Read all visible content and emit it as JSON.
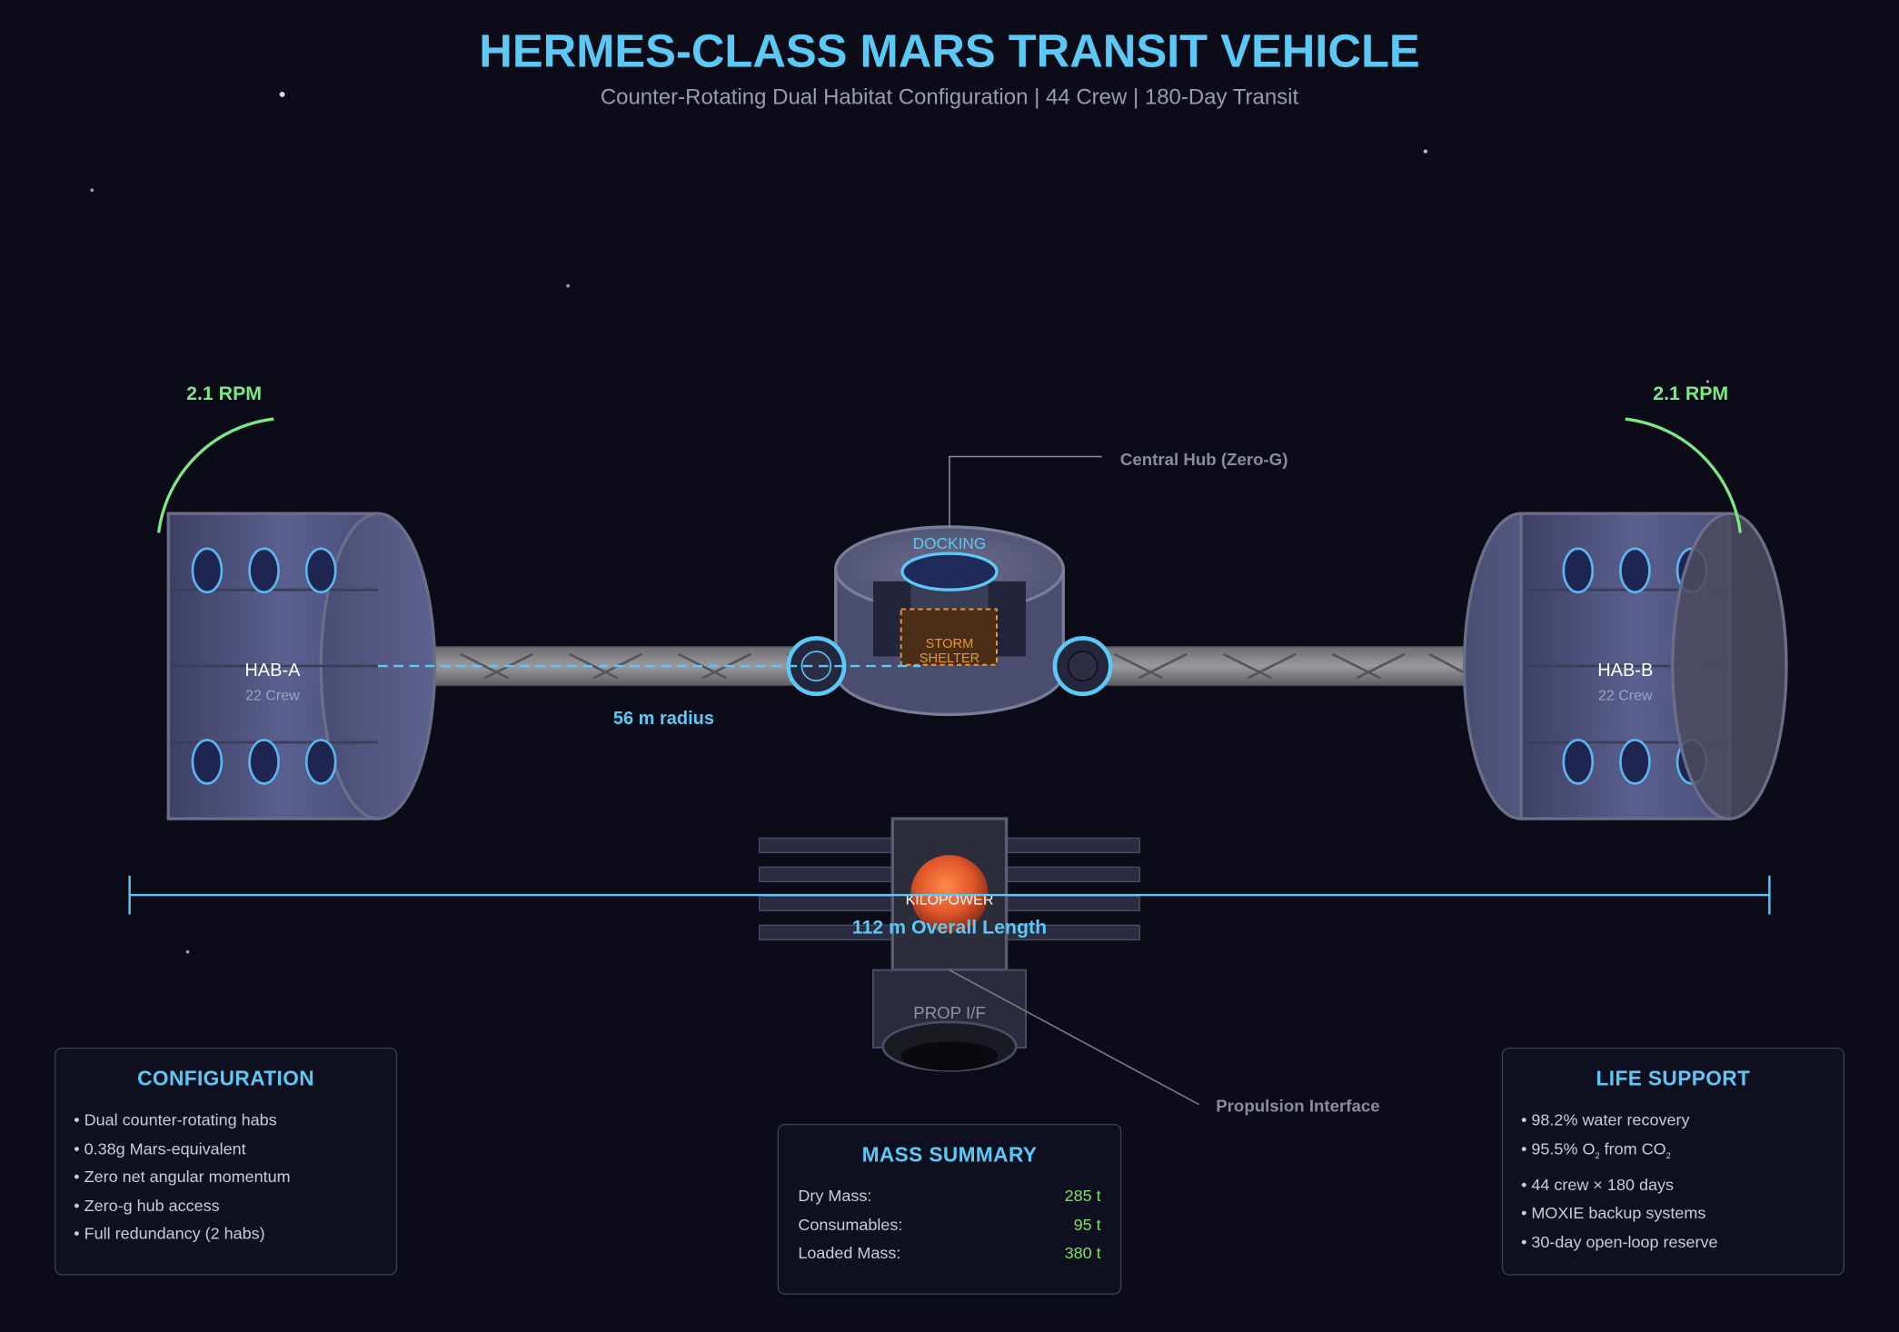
{
  "title": "HERMES-CLASS MARS TRANSIT VEHICLE",
  "subtitle": "Counter-Rotating Dual Habitat Configuration | 44 Crew | 180-Day Transit",
  "diagram": {
    "hab_a": {
      "name": "HAB-A",
      "crew": "22 Crew",
      "rpm": "2.1 RPM"
    },
    "hab_b": {
      "name": "HAB-B",
      "crew": "22 Crew",
      "rpm": "2.1 RPM"
    },
    "hub": {
      "callout": "Central Hub (Zero-G)",
      "docking": "DOCKING",
      "shelter_line1": "STORM",
      "shelter_line2": "SHELTER"
    },
    "radius_label": "56 m radius",
    "length_label": "112 m Overall Length",
    "reactor_label": "KILOPOWER",
    "prop_label": "PROP I/F",
    "prop_callout": "Propulsion Interface"
  },
  "colors": {
    "accent": "#5bc8f5",
    "rpm": "#7ee787",
    "value": "#7ee35a",
    "shelter": "#e8952e",
    "hab": "#545a86"
  },
  "panels": {
    "configuration": {
      "title": "CONFIGURATION",
      "items": [
        "• Dual counter-rotating habs",
        "• 0.38g Mars-equivalent",
        "• Zero net angular momentum",
        "• Zero-g hub access",
        "• Full redundancy (2 habs)"
      ]
    },
    "mass_summary": {
      "title": "MASS SUMMARY",
      "rows": [
        {
          "label": "Dry Mass:",
          "value": "285 t"
        },
        {
          "label": "Consumables:",
          "value": "95 t"
        },
        {
          "label": "Loaded Mass:",
          "value": "380 t"
        }
      ]
    },
    "life_support": {
      "title": "LIFE SUPPORT",
      "items": [
        "• 98.2% water recovery",
        "• 95.5% O",
        "2",
        " from CO",
        "2",
        "• 44 crew × 180 days",
        "• MOXIE backup systems",
        "• 30-day open-loop reserve"
      ]
    }
  }
}
